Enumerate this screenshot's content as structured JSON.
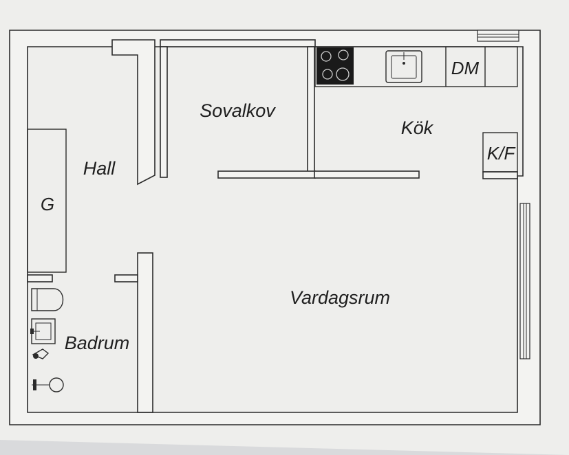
{
  "plan": {
    "rooms": {
      "sovalkov": "Sovalkov",
      "kok": "Kök",
      "hall": "Hall",
      "vardagsrum": "Vardagsrum",
      "badrum": "Badrum"
    },
    "fixtures": {
      "garderob": "G",
      "diskmaskin": "DM",
      "kyl_frys": "K/F"
    },
    "colors": {
      "paper": "#f3f3f1",
      "ink": "#2b2b2b",
      "stove": "#1a1a1a"
    }
  }
}
